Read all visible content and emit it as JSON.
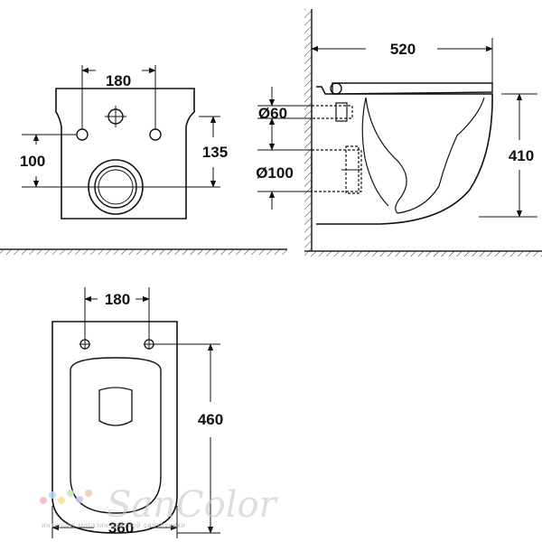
{
  "front_view": {
    "dim_width_holes": "180",
    "dim_left_height": "100",
    "dim_right_height": "135"
  },
  "side_view": {
    "dim_length": "520",
    "dim_height": "410",
    "dim_pipe_small": "Ø60",
    "dim_pipe_large": "Ø100"
  },
  "top_view": {
    "dim_holes": "180",
    "dim_depth": "460",
    "dim_width": "360"
  },
  "watermark": {
    "brand": "SanColor",
    "tagline": "интернет-магазин цветной сантехники"
  }
}
